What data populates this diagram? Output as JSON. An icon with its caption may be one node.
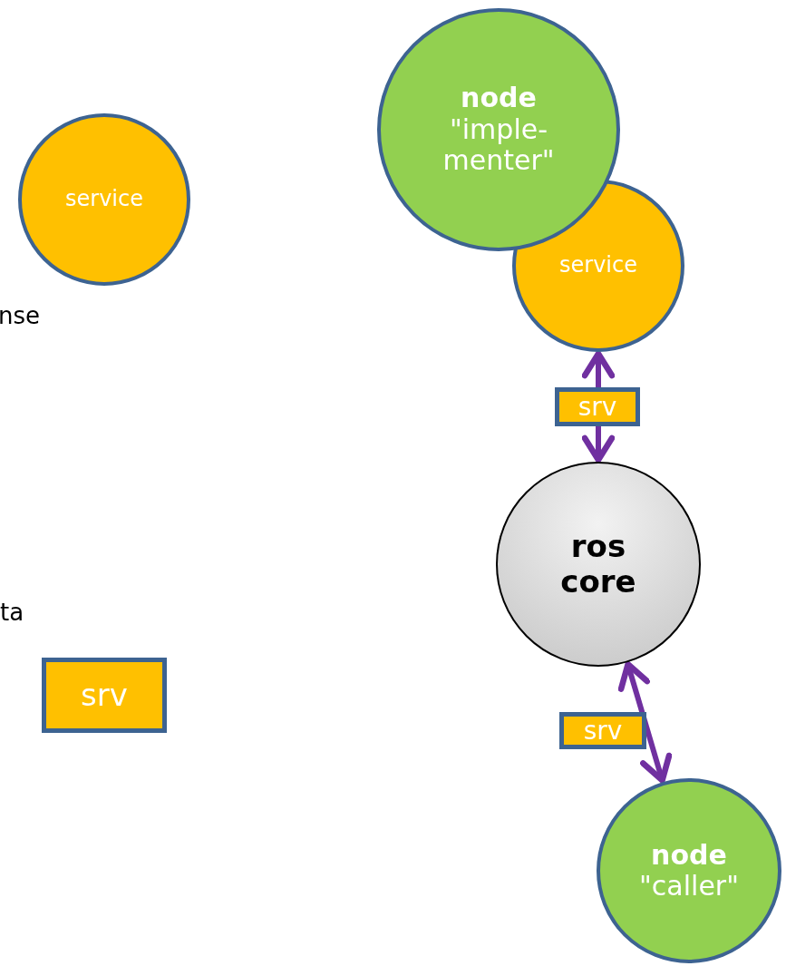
{
  "diagram": {
    "nodes": [
      {
        "text": [
          "service"
        ]
      },
      {
        "text": [
          "srv"
        ]
      },
      {
        "text": [
          "node",
          "\"imple-menter\""
        ]
      },
      {
        "text": [
          "service"
        ]
      },
      {
        "text": [
          "ros core"
        ]
      },
      {
        "text": [
          "node",
          "\"caller\""
        ]
      }
    ],
    "edges": [
      {
        "from": 3,
        "to": 4,
        "arrow": "both",
        "label": "srv",
        "color": "#7030a0"
      },
      {
        "from": 4,
        "to": 5,
        "arrow": "both",
        "label": "srv",
        "color": "#7030a0"
      }
    ],
    "labels": [
      "nse",
      "ta"
    ]
  }
}
